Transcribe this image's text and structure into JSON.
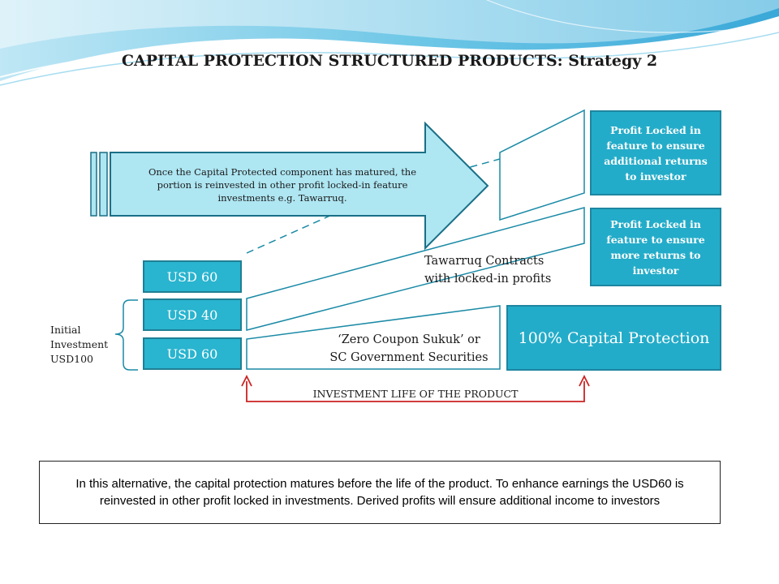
{
  "slide": {
    "title": "CAPITAL PROTECTION STRUCTURED PRODUCTS: Strategy 2",
    "arrow_text": "Once the Capital Protected component has matured, the portion is reinvested in other profit locked-in feature investments e.g. Tawarruq.",
    "tranches": {
      "top": "USD 60",
      "middle": "USD 40",
      "bottom": "USD 60"
    },
    "initial_investment": [
      "Initial",
      "Investment",
      "USD100"
    ],
    "profit_box_1": "Profit Locked in feature to ensure additional returns to investor",
    "profit_box_2": "Profit Locked in feature to ensure more returns to investor",
    "capital_box": "100% Capital Protection",
    "tawarruq_label": [
      "Tawarruq Contracts",
      "with locked-in profits"
    ],
    "sukuk_label": [
      "‘Zero Coupon Sukuk’ or",
      "SC Government Securities"
    ],
    "investment_life_label": "INVESTMENT LIFE OF THE PRODUCT",
    "note": "In this alternative, the capital protection matures before the life of the product.  To enhance earnings the USD60 is reinvested in other profit locked in investments.  Derived profits will ensure additional income to investors"
  },
  "colors": {
    "box_fill": "#29b4cf",
    "arrow_fill": "#aee6f2",
    "life_arrow": "#cc2222",
    "header_wave": "#5bbfe0"
  }
}
